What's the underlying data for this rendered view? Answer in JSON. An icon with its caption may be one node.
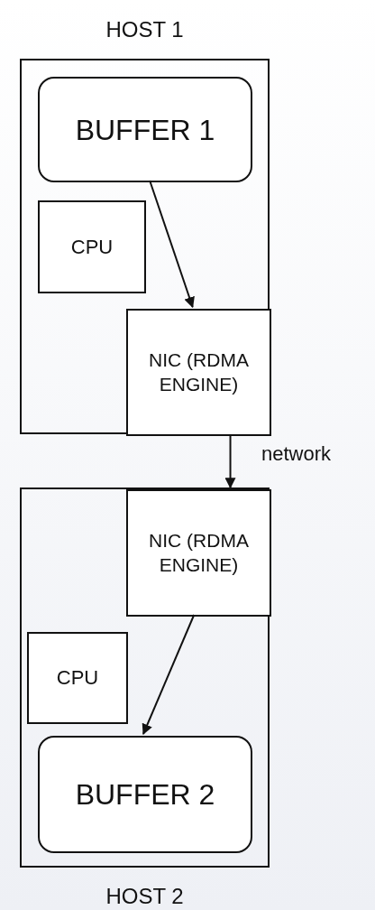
{
  "diagram": {
    "nodes": [
      {
        "text": [
          "HOST 1"
        ]
      },
      {
        "text": [
          "BUFFER 1"
        ],
        "in": 0
      },
      {
        "text": [
          "CPU"
        ],
        "in": 0
      },
      {
        "text": [
          "NIC (RDMA ENGINE)"
        ],
        "in": 0
      },
      {
        "text": [
          "HOST 2"
        ]
      },
      {
        "text": [
          "NIC (RDMA ENGINE)"
        ],
        "in": 4
      },
      {
        "text": [
          "CPU"
        ],
        "in": 4
      },
      {
        "text": [
          "BUFFER 2"
        ],
        "in": 4
      }
    ],
    "edges": [
      {
        "from": 1,
        "to": 3,
        "arrow": "to"
      },
      {
        "from": 3,
        "to": 5,
        "arrow": "to",
        "label": "network"
      },
      {
        "from": 5,
        "to": 7,
        "arrow": "to"
      }
    ]
  }
}
